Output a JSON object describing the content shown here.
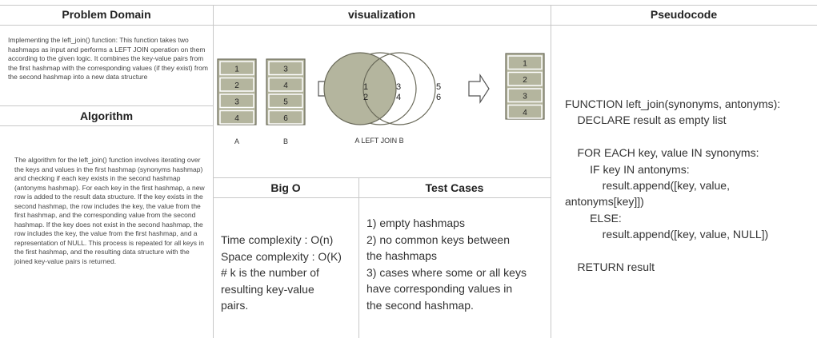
{
  "problem_domain": {
    "title": "Problem Domain",
    "text": "Implementing the left_join() function: This function takes two hashmaps as input and performs a LEFT JOIN operation on them according to the given logic. It combines the key-value pairs from the first hashmap with the corresponding values (if they exist) from the second hashmap into a new data structure"
  },
  "algorithm": {
    "title": "Algorithm",
    "text": "The algorithm for the left_join() function involves iterating over the keys and values in the first hashmap (synonyms hashmap) and checking if each key exists in the second hashmap (antonyms hashmap). For each key in the first hashmap, a new row is added to the result data structure. If the key exists in the second hashmap, the row includes the key, the value from the first hashmap, and the corresponding value from the second hashmap. If the key does not exist in the second hashmap, the row includes the key, the value from the first hashmap, and a representation of NULL. This process is repeated for all keys in the first hashmap, and the resulting data structure with the joined key-value pairs is returned."
  },
  "visualization": {
    "title": "visualization",
    "table_a": {
      "label": "A",
      "values": [
        "1",
        "2",
        "3",
        "4"
      ]
    },
    "table_b": {
      "label": "B",
      "values": [
        "3",
        "4",
        "5",
        "6"
      ]
    },
    "venn": {
      "left_only": [
        "1",
        "2"
      ],
      "intersection": [
        "3",
        "4"
      ],
      "right_only": [
        "5",
        "6"
      ],
      "label": "A LEFT JOIN B"
    },
    "result": {
      "values": [
        "1",
        "2",
        "3",
        "4"
      ]
    },
    "colors": {
      "fill": "#b4b59e",
      "stroke": "#6a6a5a",
      "arrow": "#555555"
    }
  },
  "big_o": {
    "title": "Big O",
    "lines": [
      "Time complexity : O(n)",
      "Space complexity : O(K)",
      "# k is the number of",
      "resulting key-value",
      "pairs."
    ]
  },
  "test_cases": {
    "title": "Test Cases",
    "lines": [
      "1) empty hashmaps",
      "2) no common keys between",
      "the hashmaps",
      "3) cases where some or all keys",
      "have corresponding values in",
      "the second hashmap."
    ]
  },
  "pseudocode": {
    "title": "Pseudocode",
    "lines": [
      "FUNCTION left_join(synonyms, antonyms):",
      "    DECLARE result as empty list",
      "",
      "    FOR EACH key, value IN synonyms:",
      "        IF key IN antonyms:",
      "            result.append([key, value,",
      "antonyms[key]])",
      "        ELSE:",
      "            result.append([key, value, NULL])",
      "",
      "    RETURN result"
    ]
  }
}
